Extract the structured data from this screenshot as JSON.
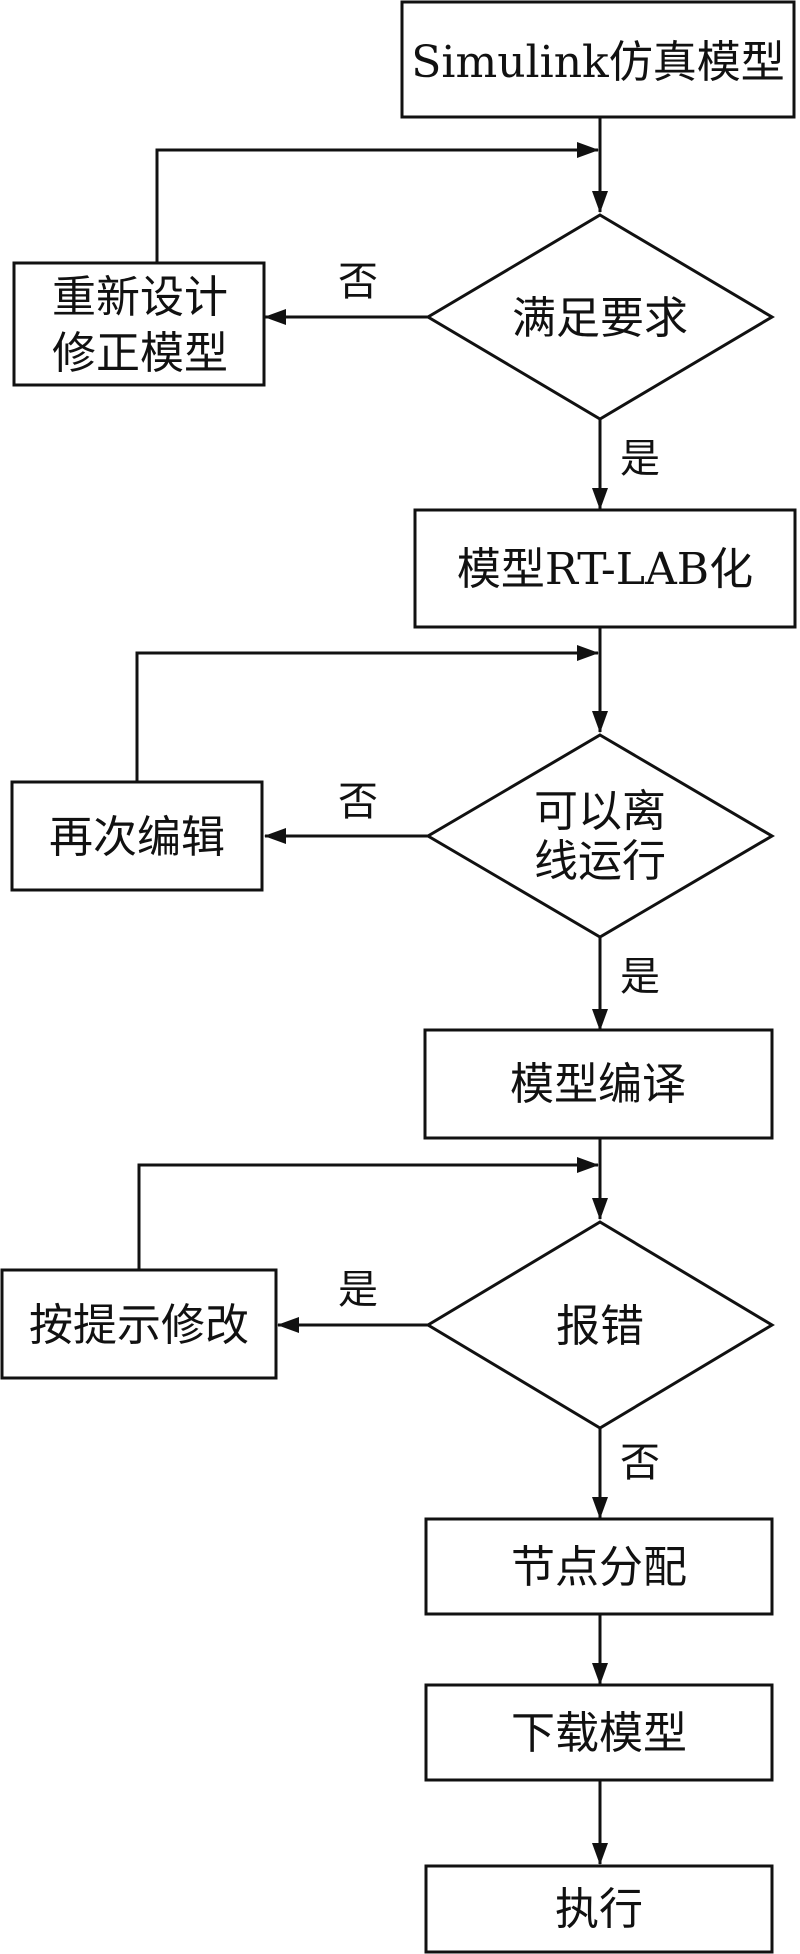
{
  "nodes": {
    "simulink": "Simulink仿真模型",
    "meet_req": "满足要求",
    "redesign": [
      "重新设计",
      "修正模型"
    ],
    "rtlab": "模型RT-LAB化",
    "offline": [
      "可以离",
      "线运行"
    ],
    "reedit": "再次编辑",
    "compile": "模型编译",
    "error": "报错",
    "fix_hint": "按提示修改",
    "node_assign": "节点分配",
    "download": "下载模型",
    "execute": "执行"
  },
  "edges": {
    "meet_no": "否",
    "meet_yes": "是",
    "offline_no": "否",
    "offline_yes": "是",
    "error_yes": "是",
    "error_no": "否"
  }
}
